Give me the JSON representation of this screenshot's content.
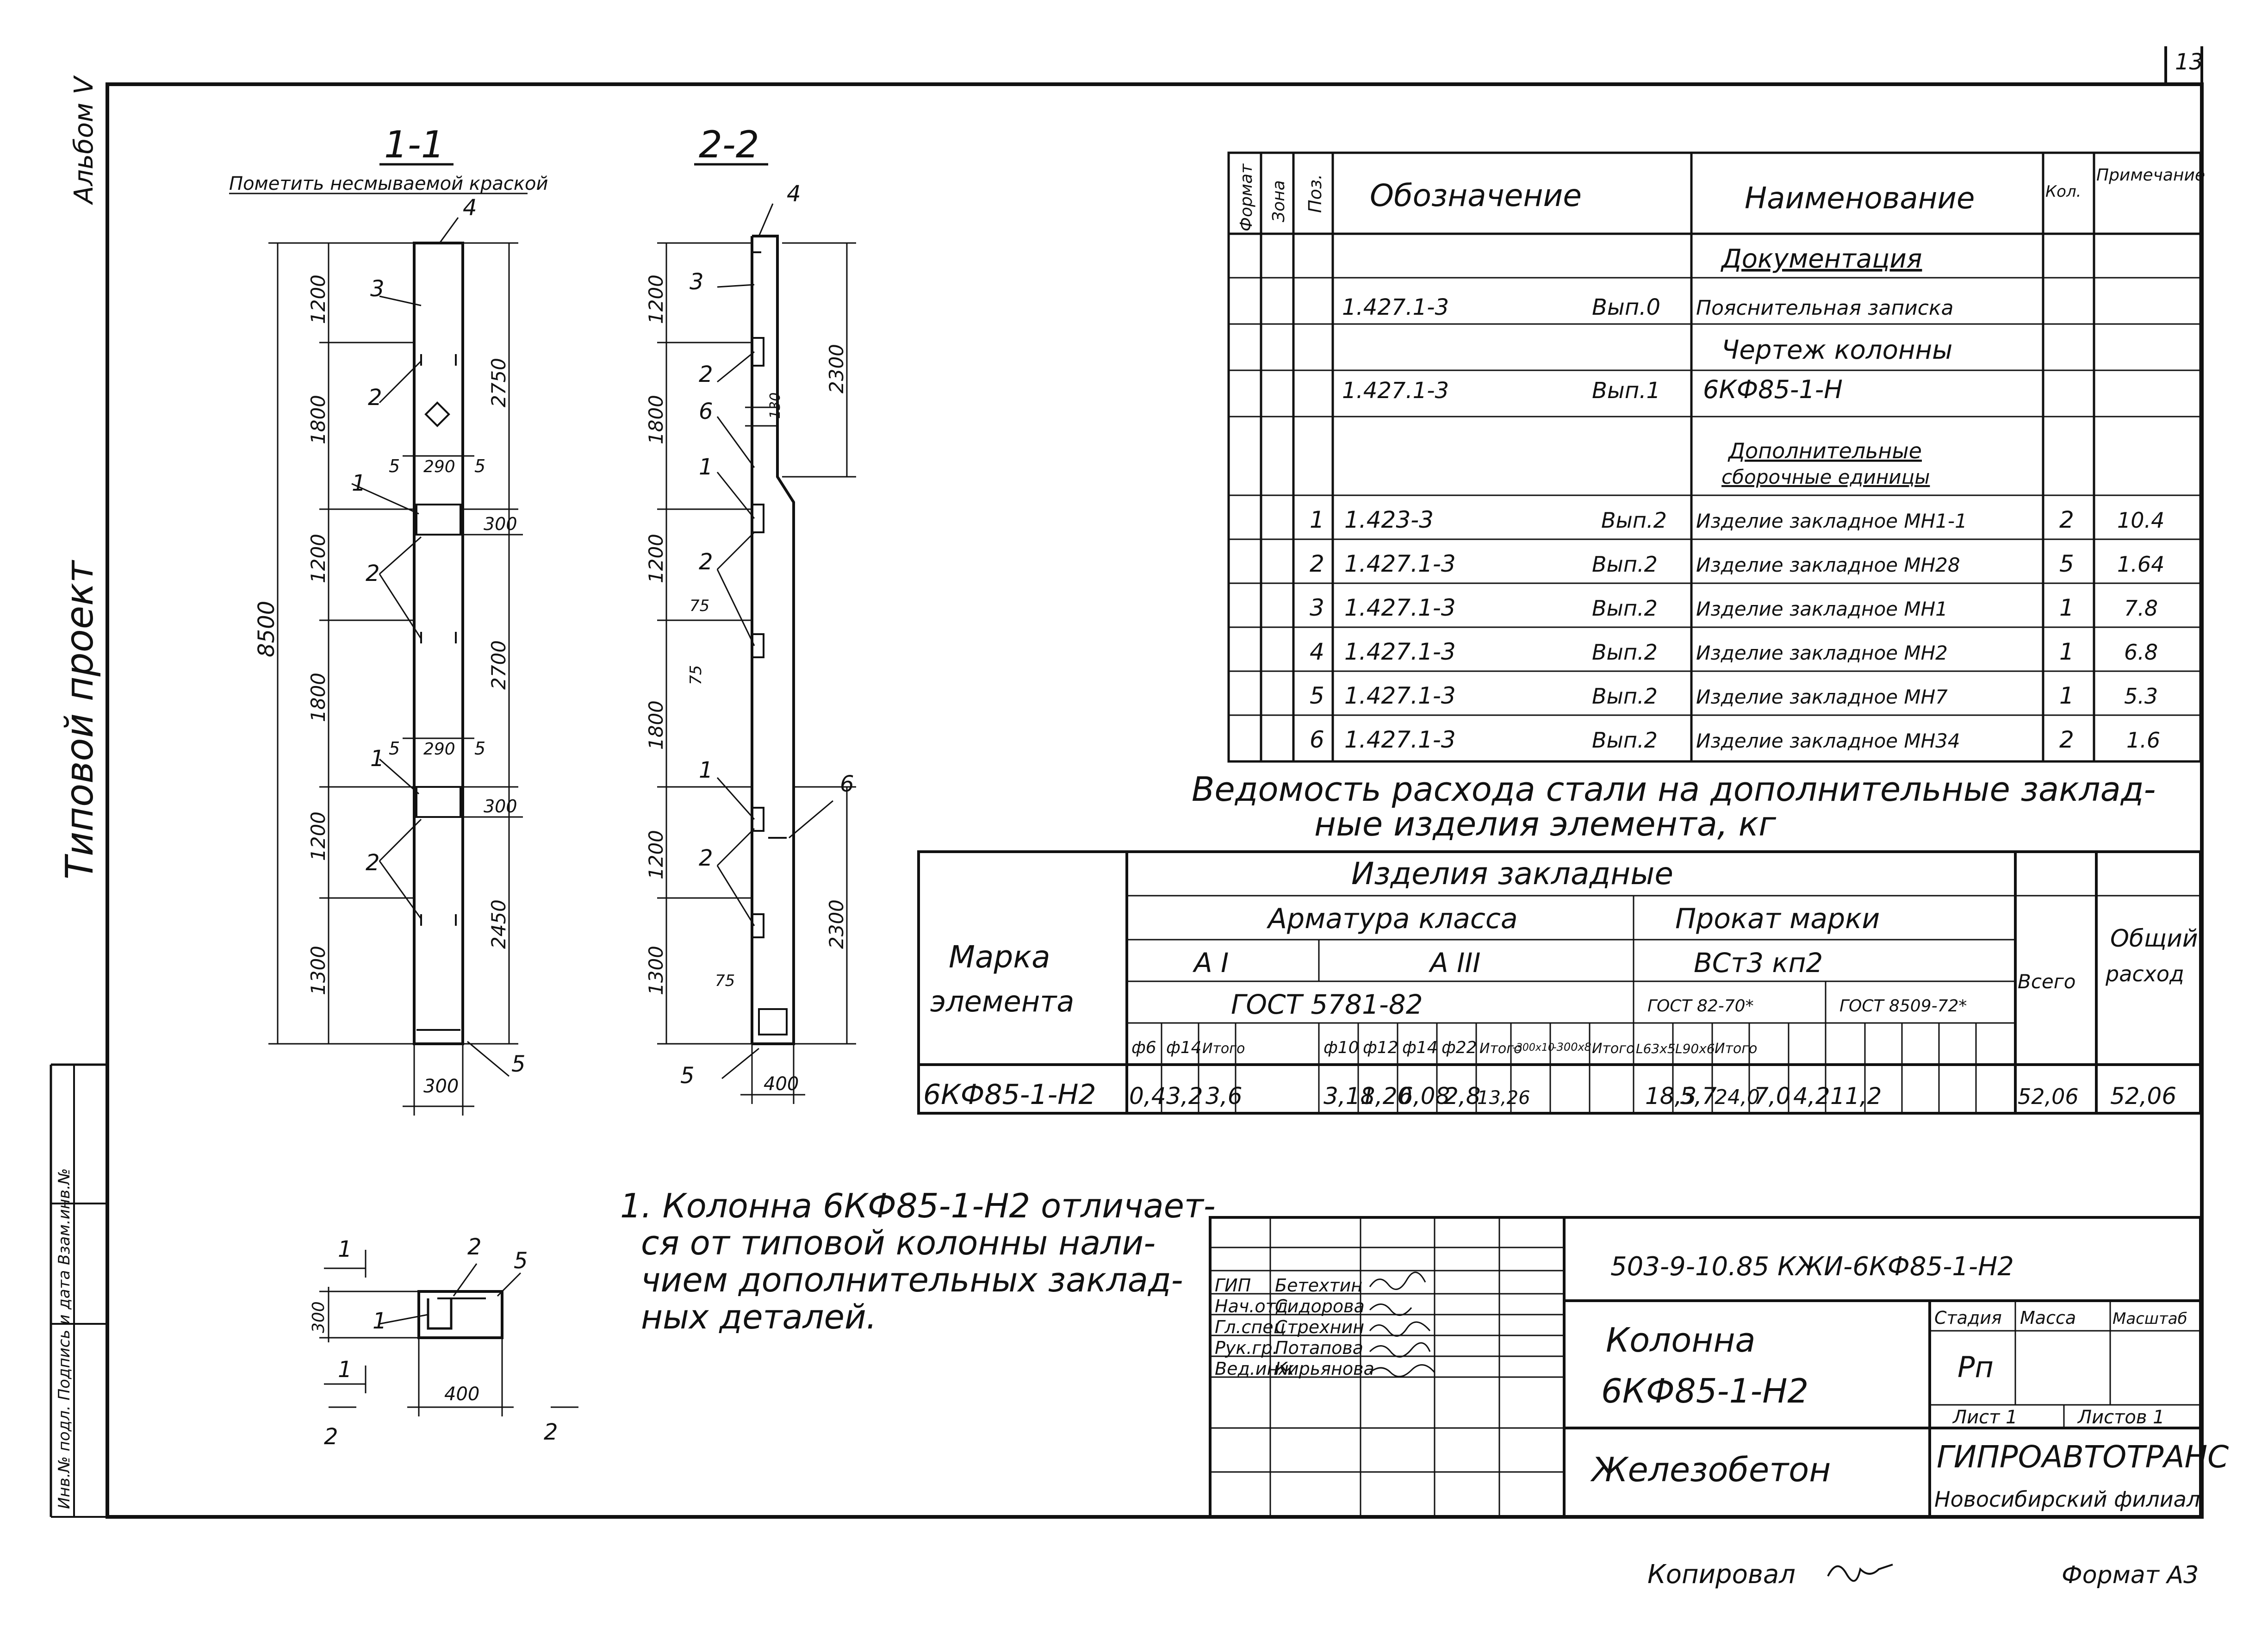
{
  "page_number": "13",
  "side_labels": {
    "album": "Альбом V",
    "project_type": "Типовой проект"
  },
  "section_1": {
    "title": "1-1",
    "note": "Пометить несмываемой краской",
    "dims_left": [
      "1200",
      "1800",
      "1200",
      "1800",
      "1200",
      "1300"
    ],
    "total": "8500",
    "dims_right": [
      "2750",
      "2700",
      "2450"
    ],
    "pos": [
      "4",
      "3",
      "2",
      "1",
      "2",
      "1",
      "2",
      "5"
    ],
    "small": [
      "5",
      "290",
      "5",
      "300",
      "5",
      "290",
      "5",
      "300"
    ],
    "width": "300"
  },
  "section_2": {
    "title": "2-2",
    "dims_left": [
      "1200",
      "1800",
      "1200",
      "1800",
      "1200",
      "1300"
    ],
    "dims_right": [
      "2300",
      "2300"
    ],
    "small": [
      "130",
      "75",
      "75",
      "75"
    ],
    "pos": [
      "4",
      "3",
      "2",
      "6",
      "1",
      "2",
      "1",
      "2",
      "6",
      "5"
    ],
    "width": "400"
  },
  "plan": {
    "labels": [
      "1",
      "2",
      "5",
      "1",
      "1",
      "2",
      "2"
    ],
    "dims": [
      "300",
      "400"
    ]
  },
  "spec_table": {
    "headers": [
      "Формат",
      "Зона",
      "Поз.",
      "Обозначение",
      "Наименование",
      "Кол.",
      "Примечание"
    ],
    "doc_section": "Документация",
    "rows": [
      {
        "pos": "",
        "code": "1.427.1-3",
        "vyp": "Вып.0",
        "name": "Пояснительная записка",
        "qty": "",
        "note": ""
      },
      {
        "pos": "",
        "code": "",
        "vyp": "",
        "name": "Чертеж колонны",
        "qty": "",
        "note": ""
      },
      {
        "pos": "",
        "code": "1.427.1-3",
        "vyp": "Вып.1",
        "name": "6КФ85-1-Н",
        "qty": "",
        "note": ""
      }
    ],
    "extra_section_1": "Дополнительные",
    "extra_section_2": "сборочные единицы",
    "items": [
      {
        "pos": "1",
        "code": "1.423-3",
        "vyp": "Вып.2",
        "name": "Изделие закладное МН1-1",
        "qty": "2",
        "note": "10.4"
      },
      {
        "pos": "2",
        "code": "1.427.1-3",
        "vyp": "Вып.2",
        "name": "Изделие закладное МН28",
        "qty": "5",
        "note": "1.64"
      },
      {
        "pos": "3",
        "code": "1.427.1-3",
        "vyp": "Вып.2",
        "name": "Изделие закладное МН1",
        "qty": "1",
        "note": "7.8"
      },
      {
        "pos": "4",
        "code": "1.427.1-3",
        "vyp": "Вып.2",
        "name": "Изделие закладное МН2",
        "qty": "1",
        "note": "6.8"
      },
      {
        "pos": "5",
        "code": "1.427.1-3",
        "vyp": "Вып.2",
        "name": "Изделие закладное МН7",
        "qty": "1",
        "note": "5.3"
      },
      {
        "pos": "6",
        "code": "1.427.1-3",
        "vyp": "Вып.2",
        "name": "Изделие закладное МН34",
        "qty": "2",
        "note": "1.6"
      }
    ]
  },
  "steel_table": {
    "caption_1": "Ведомость расхода стали на дополнительные заклад-",
    "caption_2": "ные изделия элемента, кг",
    "mark_label_1": "Марка",
    "mark_label_2": "элемента",
    "izdelia": "Изделия закладные",
    "armatura": "Арматура класса",
    "prokat": "Прокат марки",
    "a1": "А I",
    "a3": "А III",
    "vst": "ВСт3 кп2",
    "gost_a": "ГОСТ 5781-82",
    "gost_b1": "ГОСТ 82-70*",
    "gost_b2": "ГОСТ 8509-72*",
    "vsego": "Всего",
    "total_1": "Общий",
    "total_2": "расход",
    "cols": [
      "ф6",
      "ф14",
      "Итого",
      "ф10",
      "ф12",
      "ф14",
      "ф22",
      "Итого",
      "-300х10",
      "-300х8",
      "Итого",
      "L63х5",
      "L90х6",
      "Итого"
    ],
    "row": {
      "mark": "6КФ85-1-Н2",
      "values": [
        "0,4",
        "3,2",
        "3,6",
        "3,18",
        "1,20",
        "6,08",
        "2,8",
        "13,26",
        "18,3",
        "5,7",
        "24,0",
        "7,0",
        "4,2",
        "11,2",
        "52,06"
      ],
      "total": "52,06"
    }
  },
  "note": [
    "1. Колонна 6КФ85-1-Н2 отличает-",
    "ся от типовой колонны нали-",
    "чием дополнительных заклад-",
    "ных деталей."
  ],
  "title_block": {
    "code": "503-9-10.85 КЖИ-6КФ85-1-Н2",
    "roles": [
      "ГИП",
      "Нач.отд",
      "Гл.спец",
      "Рук.гр.",
      "Вед.инж"
    ],
    "names": [
      "Бетехтин",
      "Сидорова",
      "Стрехнин",
      "Потапова",
      "Кирьянова"
    ],
    "name_1": "Колонна",
    "name_2": "6КФ85-1-Н2",
    "material": "Железобетон",
    "stadia": "Стадия",
    "massa": "Масса",
    "masshtab": "Масштаб",
    "stadia_val": "Рп",
    "sheet": "Лист 1",
    "sheets": "Листов 1",
    "org_1": "ГИПРОАВТОТРАНС",
    "org_2": "Новосибирский филиал"
  },
  "left_strip": "Инв.№ подл. Подпись и дата Взам.инв.№",
  "footer": {
    "copied": "Копировал",
    "format": "Формат А3"
  }
}
